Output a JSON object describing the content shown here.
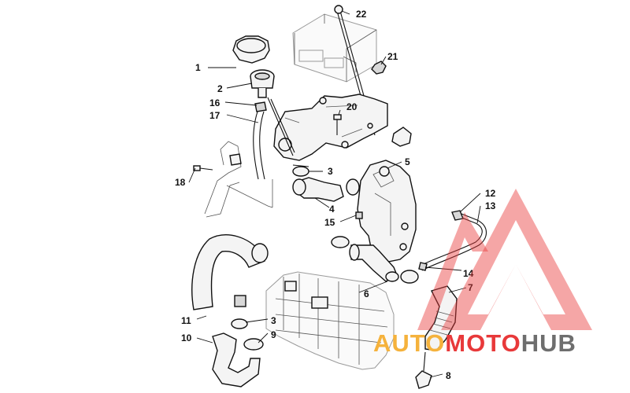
{
  "diagram": {
    "callouts": [
      {
        "id": "c1",
        "label": "1"
      },
      {
        "id": "c2",
        "label": "2"
      },
      {
        "id": "c16",
        "label": "16"
      },
      {
        "id": "c17",
        "label": "17"
      },
      {
        "id": "c18",
        "label": "18"
      },
      {
        "id": "c22",
        "label": "22"
      },
      {
        "id": "c21",
        "label": "21"
      },
      {
        "id": "c20",
        "label": "20"
      },
      {
        "id": "c3a",
        "label": "3"
      },
      {
        "id": "c5",
        "label": "5"
      },
      {
        "id": "c4",
        "label": "4"
      },
      {
        "id": "c15",
        "label": "15"
      },
      {
        "id": "c12",
        "label": "12"
      },
      {
        "id": "c13",
        "label": "13"
      },
      {
        "id": "c14",
        "label": "14"
      },
      {
        "id": "c6",
        "label": "6"
      },
      {
        "id": "c7",
        "label": "7"
      },
      {
        "id": "c11",
        "label": "11"
      },
      {
        "id": "c3b",
        "label": "3"
      },
      {
        "id": "c10",
        "label": "10"
      },
      {
        "id": "c9",
        "label": "9"
      },
      {
        "id": "c8",
        "label": "8"
      }
    ]
  },
  "watermark": {
    "part1": "AUTO",
    "part2": "MOTO",
    "part3": "HUB",
    "colors": {
      "triangle": "#e8393a",
      "auto": "#f5b23c",
      "moto": "#e8393a",
      "hub": "#6e6e6e"
    }
  }
}
